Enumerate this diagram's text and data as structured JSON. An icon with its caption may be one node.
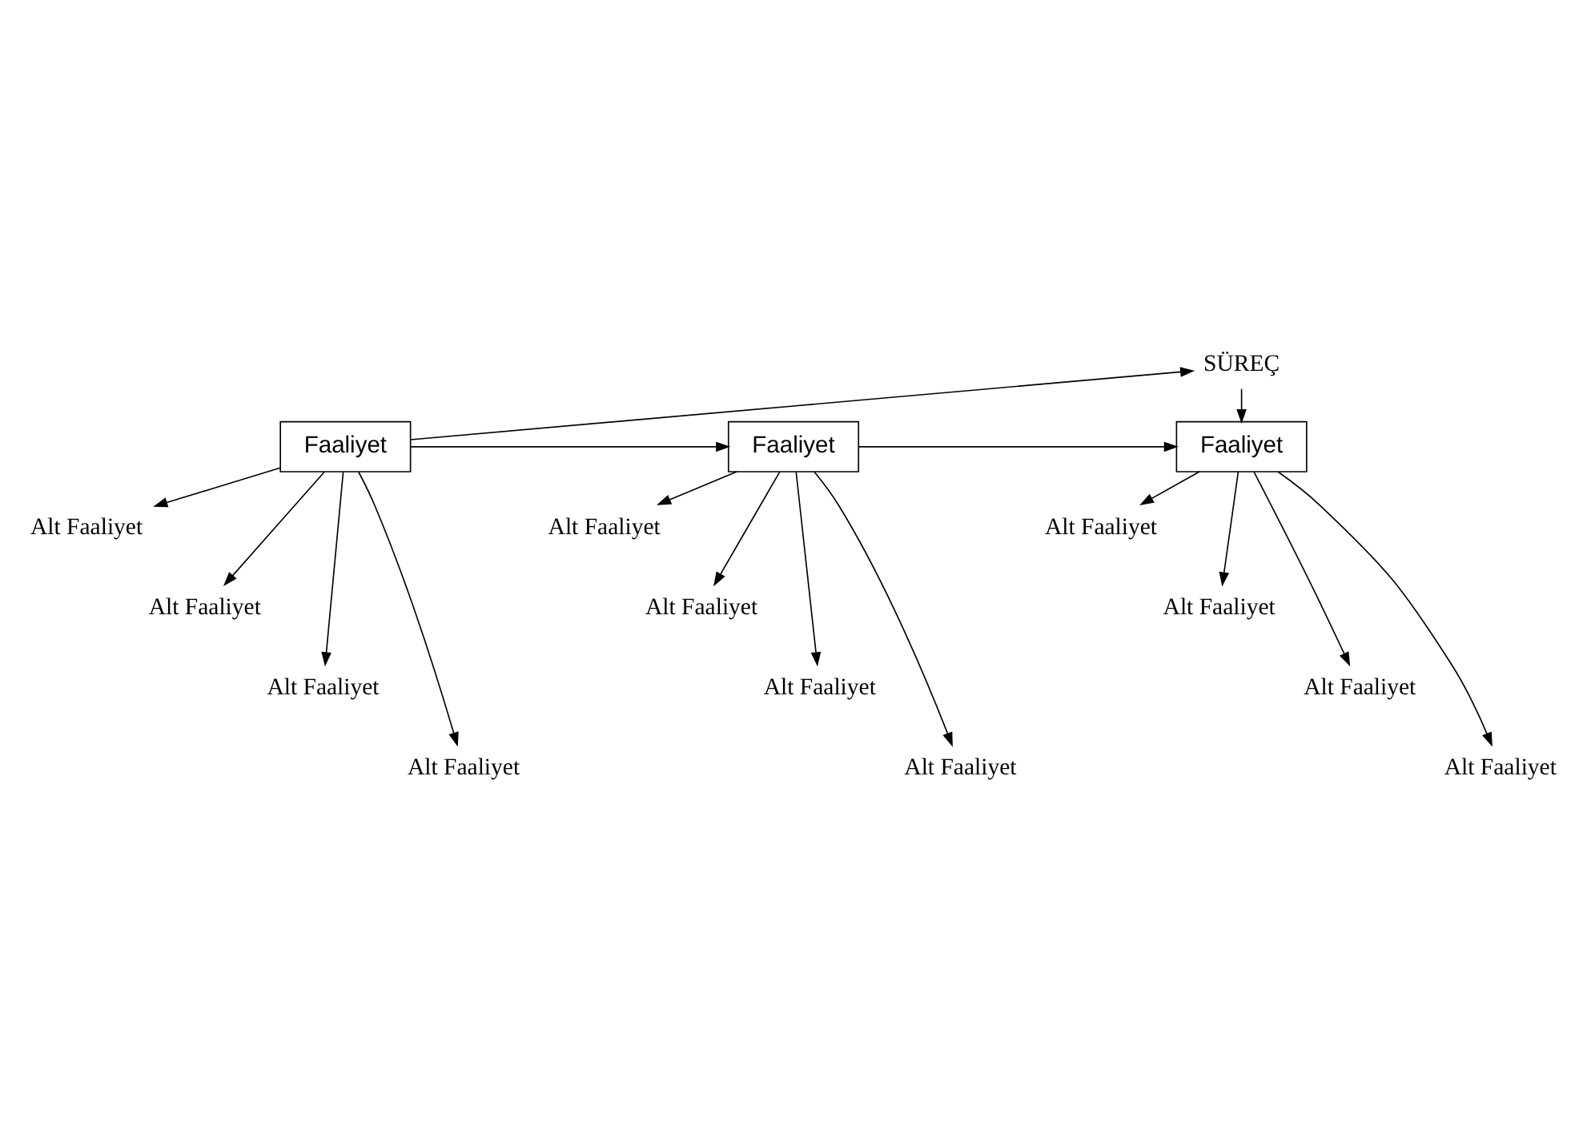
{
  "diagram": {
    "nodes": [
      {
        "text": [
          "SÜREÇ"
        ]
      },
      {
        "text": [
          "Faaliyet"
        ]
      },
      {
        "text": [
          "Faaliyet"
        ]
      },
      {
        "text": [
          "Faaliyet"
        ]
      },
      {
        "text": [
          "Alt Faaliyet"
        ]
      },
      {
        "text": [
          "Alt Faaliyet"
        ]
      },
      {
        "text": [
          "Alt Faaliyet"
        ]
      },
      {
        "text": [
          "Alt Faaliyet"
        ]
      },
      {
        "text": [
          "Alt Faaliyet"
        ]
      },
      {
        "text": [
          "Alt Faaliyet"
        ]
      },
      {
        "text": [
          "Alt Faaliyet"
        ]
      },
      {
        "text": [
          "Alt Faaliyet"
        ]
      },
      {
        "text": [
          "Alt Faaliyet"
        ]
      },
      {
        "text": [
          "Alt Faaliyet"
        ]
      },
      {
        "text": [
          "Alt Faaliyet"
        ]
      },
      {
        "text": [
          "Alt Faaliyet"
        ]
      }
    ],
    "edges": [
      {
        "from": 1,
        "to": 0,
        "arrow": "to"
      },
      {
        "from": 0,
        "to": 3,
        "arrow": "to"
      },
      {
        "from": 1,
        "to": 2,
        "arrow": "to"
      },
      {
        "from": 2,
        "to": 3,
        "arrow": "to"
      },
      {
        "from": 1,
        "to": 4,
        "arrow": "to"
      },
      {
        "from": 1,
        "to": 7,
        "arrow": "to"
      },
      {
        "from": 1,
        "to": 10,
        "arrow": "to"
      },
      {
        "from": 1,
        "to": 13,
        "arrow": "to"
      },
      {
        "from": 2,
        "to": 5,
        "arrow": "to"
      },
      {
        "from": 2,
        "to": 8,
        "arrow": "to"
      },
      {
        "from": 2,
        "to": 11,
        "arrow": "to"
      },
      {
        "from": 2,
        "to": 14,
        "arrow": "to"
      },
      {
        "from": 3,
        "to": 6,
        "arrow": "to"
      },
      {
        "from": 3,
        "to": 9,
        "arrow": "to"
      },
      {
        "from": 3,
        "to": 12,
        "arrow": "to"
      },
      {
        "from": 3,
        "to": 15,
        "arrow": "to"
      }
    ]
  }
}
